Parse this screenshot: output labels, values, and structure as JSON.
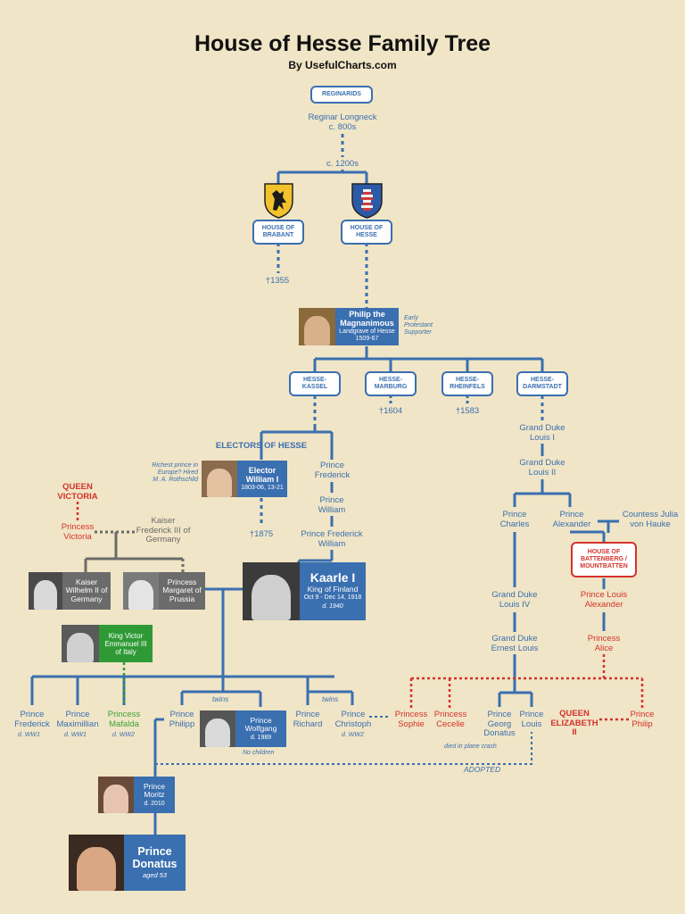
{
  "title": "House of Hesse Family Tree",
  "subtitle": "By UsefulCharts.com",
  "boxes": {
    "reginarids": "REGINARIDS",
    "brabant": "HOUSE OF BRABANT",
    "hesse": "HOUSE OF HESSE",
    "kassel": "HESSE-KASSEL",
    "marburg": "HESSE-MARBURG",
    "rheinfels": "HESSE-RHEINFELS",
    "darmstadt": "HESSE-DARMSTADT",
    "battenberg": "HOUSE OF BATTENBERG / MOUNTBATTEN"
  },
  "people": {
    "reginar": "Reginar Longneck",
    "reginar_date": "c. 800s",
    "c1200": "c. 1200s",
    "d1355": "†1355",
    "d1604": "†1604",
    "d1583": "†1583",
    "d1875": "†1875",
    "electors_label": "ELECTORS OF HESSE",
    "pfrederick": "Prince Frederick",
    "pwilliam": "Prince William",
    "pfw": "Prince Frederick William",
    "gdl1": "Grand Duke Louis I",
    "gdl2": "Grand Duke Louis II",
    "pcharles": "Prince Charles",
    "palexander": "Prince Alexander",
    "countess": "Countess Julia von Hauke",
    "plouisalex": "Prince Louis Alexander",
    "palice": "Princess Alice",
    "gdl4": "Grand Duke Louis IV",
    "gdel": "Grand Duke Ernest Louis",
    "qvictoria": "QUEEN VICTORIA",
    "pvictoria": "Princess Victoria",
    "kfred": "Kaiser Frederick III of Germany",
    "c_frederick": "Prince Frederick",
    "c_frederick_d": "d. WW1",
    "c_max": "Prince Maximillian",
    "c_max_d": "d. WW1",
    "c_mafalda": "Princess Mafalda",
    "c_mafalda_d": "d. WW2",
    "c_philipp": "Prince Philipp",
    "c_richard": "Prince Richard",
    "c_christoph": "Prince Christoph",
    "c_christoph_d": "d. WW2",
    "c_sophie": "Princess Sophie",
    "c_cecelie": "Princess Cecelie",
    "c_georg": "Prince Georg Donatus",
    "c_louis": "Prince Louis",
    "qelizabeth": "QUEEN ELIZABETH II",
    "pphilip": "Prince Philip",
    "twins1": "twins",
    "twins2": "twins",
    "plane": "died in plane crash",
    "adopted": "ADOPTED",
    "nochildren": "No children"
  },
  "notes": {
    "philip_note": "Early Protestant Supporter",
    "elector_note": "Richest prince in Europe? Hired M. A. Rothschild"
  },
  "cards": {
    "philip": {
      "name": "Philip the Magnanimous",
      "line2": "Landgrave of Hesse",
      "line3": "1509-67"
    },
    "elector": {
      "name": "Elector William I",
      "line2": "1803-06, 13-21"
    },
    "kaarle": {
      "name": "Kaarle I",
      "line2": "King of Finland",
      "line3": "Oct 9 - Dec 14, 1918",
      "line4": "d. 1940"
    },
    "wilhelm": {
      "name": "Kaiser Wilhelm II of Germany"
    },
    "margaret": {
      "name": "Princess Margaret of Prussia"
    },
    "victor": {
      "name": "King Victor Emmanuel III of Italy"
    },
    "wolfgang": {
      "name": "Prince Wolfgang",
      "line2": "d. 1989"
    },
    "moritz": {
      "name": "Prince Moritz",
      "line2": "d. 2010"
    },
    "donatus": {
      "name": "Prince Donatus",
      "line2": "aged 53"
    }
  },
  "colors": {
    "blue": "#3a6fb0",
    "red": "#d4322c",
    "grey": "#6b6b6b",
    "green": "#2f9a35",
    "background": "#f0e5c6"
  },
  "icons": [
    "brabant-lion-shield-icon",
    "hesse-lion-shield-icon"
  ]
}
